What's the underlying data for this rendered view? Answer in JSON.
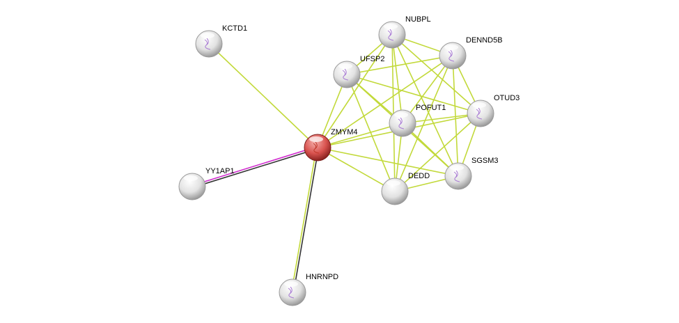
{
  "network": {
    "colors": {
      "edge": "#c2d93a",
      "query_node": "#d9534f",
      "node": "#e6e6e6",
      "experimental": "#d12ecf",
      "coexpression": "#333333"
    },
    "nodes": [
      {
        "id": "ZMYM4",
        "label": "ZMYM4",
        "query": true
      },
      {
        "id": "KCTD1",
        "label": "KCTD1"
      },
      {
        "id": "NUBPL",
        "label": "NUBPL"
      },
      {
        "id": "DENND5B",
        "label": "DENND5B"
      },
      {
        "id": "UFSP2",
        "label": "UFSP2"
      },
      {
        "id": "OTUD3",
        "label": "OTUD3"
      },
      {
        "id": "POFUT1",
        "label": "POFUT1"
      },
      {
        "id": "SGSM3",
        "label": "SGSM3"
      },
      {
        "id": "DEDD",
        "label": "DEDD"
      },
      {
        "id": "YY1AP1",
        "label": "YY1AP1"
      },
      {
        "id": "HNRNPD",
        "label": "HNRNPD"
      }
    ],
    "edges": [
      [
        "ZMYM4",
        "KCTD1"
      ],
      [
        "ZMYM4",
        "YY1AP1",
        "multi"
      ],
      [
        "ZMYM4",
        "HNRNPD",
        "multi2"
      ],
      [
        "ZMYM4",
        "UFSP2"
      ],
      [
        "ZMYM4",
        "NUBPL"
      ],
      [
        "ZMYM4",
        "DENND5B"
      ],
      [
        "ZMYM4",
        "POFUT1"
      ],
      [
        "ZMYM4",
        "OTUD3"
      ],
      [
        "ZMYM4",
        "SGSM3"
      ],
      [
        "ZMYM4",
        "DEDD"
      ],
      [
        "NUBPL",
        "UFSP2"
      ],
      [
        "NUBPL",
        "DENND5B"
      ],
      [
        "NUBPL",
        "POFUT1"
      ],
      [
        "NUBPL",
        "DEDD"
      ],
      [
        "NUBPL",
        "OTUD3"
      ],
      [
        "NUBPL",
        "SGSM3"
      ],
      [
        "DENND5B",
        "UFSP2"
      ],
      [
        "DENND5B",
        "POFUT1"
      ],
      [
        "DENND5B",
        "DEDD"
      ],
      [
        "DENND5B",
        "OTUD3"
      ],
      [
        "DENND5B",
        "SGSM3"
      ],
      [
        "UFSP2",
        "POFUT1"
      ],
      [
        "UFSP2",
        "SGSM3"
      ],
      [
        "UFSP2",
        "OTUD3"
      ],
      [
        "UFSP2",
        "DEDD"
      ],
      [
        "POFUT1",
        "OTUD3"
      ],
      [
        "POFUT1",
        "DEDD"
      ],
      [
        "POFUT1",
        "SGSM3"
      ],
      [
        "OTUD3",
        "SGSM3"
      ],
      [
        "OTUD3",
        "DEDD"
      ],
      [
        "DEDD",
        "SGSM3"
      ]
    ]
  }
}
